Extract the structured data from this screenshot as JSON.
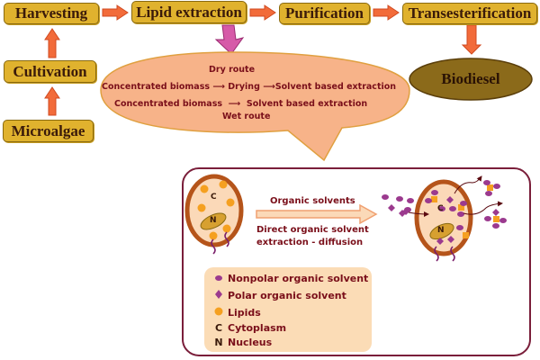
{
  "process_flow": {
    "steps": [
      {
        "id": "harvesting",
        "label": "Harvesting"
      },
      {
        "id": "lipid_extraction",
        "label": "Lipid extraction"
      },
      {
        "id": "purification",
        "label": "Purification"
      },
      {
        "id": "transesterification",
        "label": "Transesterification"
      },
      {
        "id": "cultivation",
        "label": "Cultivation"
      },
      {
        "id": "microalgae",
        "label": "Microalgae"
      }
    ],
    "product": "Biodiesel"
  },
  "extraction_bubble": {
    "dry_route_title": "Dry route",
    "dry_route": [
      "Concentrated biomass",
      "Drying",
      "Solvent based extraction"
    ],
    "wet_route": [
      "Concentrated biomass",
      "Solvent based extraction"
    ],
    "wet_route_title": "Wet route"
  },
  "detail_panel": {
    "arrow_label_top": "Organic solvents",
    "arrow_label_bottom_1": "Direct organic solvent",
    "arrow_label_bottom_2": "extraction - diffusion",
    "cell_cytoplasm_letter": "C",
    "cell_nucleus_letter": "N"
  },
  "legend": {
    "items": [
      {
        "symbol": "circle",
        "color": "#9b3a8e",
        "label": "Nonpolar organic solvent"
      },
      {
        "symbol": "diamond",
        "color": "#9b3a8e",
        "label": "Polar organic solvent"
      },
      {
        "symbol": "circle",
        "color": "#f5a020",
        "label": "Lipids"
      },
      {
        "symbol": "C",
        "color": "#3a1a0a",
        "label": "Cytoplasm"
      },
      {
        "symbol": "N",
        "color": "#3a1a0a",
        "label": "Nucleus"
      }
    ]
  },
  "colors": {
    "step_box": "#e0b22e",
    "biodiesel": "#8b6a1a",
    "bubble": "#f7b389",
    "arrow": "#f07040",
    "text_dark_red": "#7a0f1a",
    "panel_border": "#7a1e3a",
    "cell_wall": "#b5541a",
    "cell_inside": "#fbd9b8",
    "nonpolar_solvent": "#9b3a8e",
    "lipid": "#f5a020"
  }
}
